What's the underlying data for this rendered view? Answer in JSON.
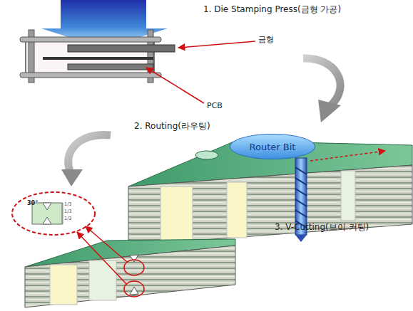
{
  "diagram": {
    "nodes": [
      {
        "text": [
          "Router Bit"
        ]
      }
    ],
    "labels": [
      "1. Die Stamping Press(금형 가공)",
      "금형",
      "PCB",
      "2. Routing(라우팅)",
      "30°",
      "1/3",
      "1/3",
      "1/3",
      "3. V-Cutting(브이 커팅)"
    ]
  }
}
